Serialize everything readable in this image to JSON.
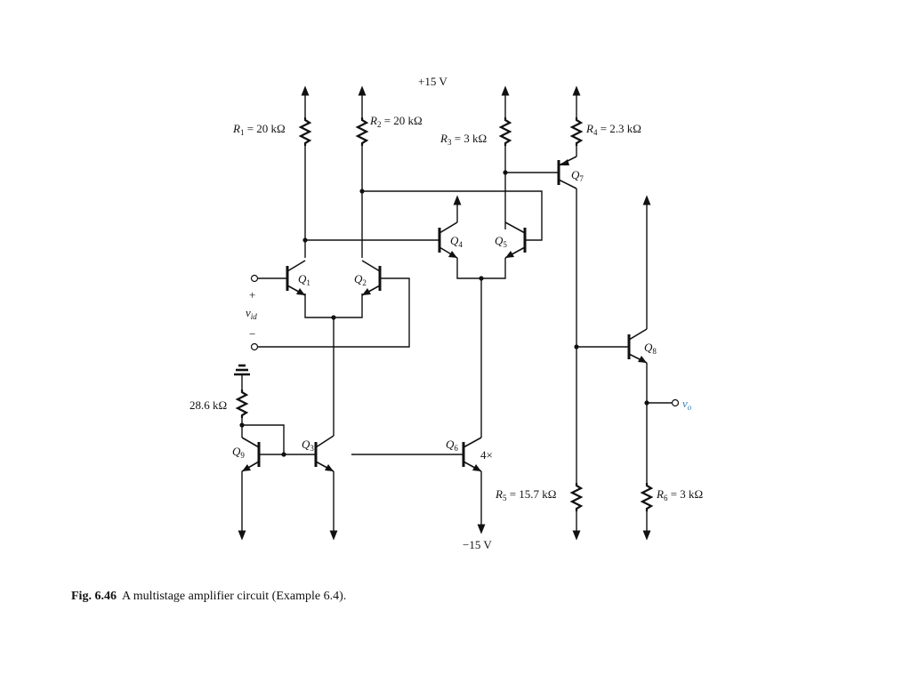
{
  "supply_positive": "+15 V",
  "supply_negative": "−15 V",
  "resistors": {
    "r1": {
      "symbol": "R",
      "sub": "1",
      "value": " = 20 kΩ"
    },
    "r2": {
      "symbol": "R",
      "sub": "2",
      "value": " = 20 kΩ"
    },
    "r3": {
      "symbol": "R",
      "sub": "3",
      "value": " = 3 kΩ"
    },
    "r4": {
      "symbol": "R",
      "sub": "4",
      "value": " = 2.3 kΩ"
    },
    "r5": {
      "symbol": "R",
      "sub": "5",
      "value": " = 15.7 kΩ"
    },
    "r6": {
      "symbol": "R",
      "sub": "6",
      "value": " = 3 kΩ"
    },
    "r_bias": "28.6 kΩ"
  },
  "transistors": {
    "q1": {
      "symbol": "Q",
      "sub": "1"
    },
    "q2": {
      "symbol": "Q",
      "sub": "2"
    },
    "q3": {
      "symbol": "Q",
      "sub": "3"
    },
    "q4": {
      "symbol": "Q",
      "sub": "4"
    },
    "q5": {
      "symbol": "Q",
      "sub": "5"
    },
    "q6": {
      "symbol": "Q",
      "sub": "6"
    },
    "q7": {
      "symbol": "Q",
      "sub": "7"
    },
    "q8": {
      "symbol": "Q",
      "sub": "8"
    },
    "q9": {
      "symbol": "Q",
      "sub": "9"
    }
  },
  "q6_scale": "4×",
  "input": {
    "plus": "+",
    "minus": "−",
    "symbol": "v",
    "sub": "id"
  },
  "output": {
    "symbol": "v",
    "sub": "o",
    "color": "#2e7fb8"
  },
  "caption": {
    "label": "Fig. 6.46",
    "text": "A multistage amplifier circuit (Example 6.4)."
  }
}
